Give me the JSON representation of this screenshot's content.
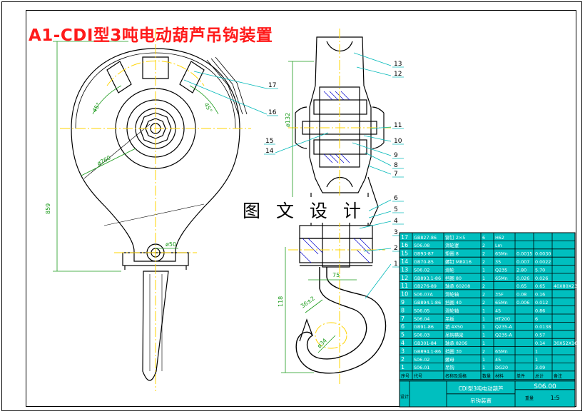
{
  "title": "A1-CDI型3吨电动葫芦吊钩装置",
  "watermark": "图 文 设 计",
  "colors": {
    "title": "#ff1a1a",
    "outline": "#000000",
    "centerline": "#ffd400",
    "leader": "#00b8b8",
    "dimension": "#1a9a1a",
    "table_text": "#ffffff",
    "hatch": "#0000cc"
  },
  "dimensions": {
    "height_total": "859",
    "bore": "ø50",
    "angle_left": "45°",
    "angle_right": "45°",
    "radius": "ø260",
    "shaft_dia": "ø132",
    "lower_height": "118",
    "width_small": "75",
    "hook_a": "36±2",
    "hook_b": "ø34"
  },
  "part_labels": [
    "17",
    "16",
    "13",
    "12",
    "11",
    "10",
    "15",
    "14",
    "9",
    "8",
    "7",
    "6",
    "5",
    "4",
    "3",
    "2",
    "1"
  ],
  "bom": {
    "rows": [
      {
        "no": "17",
        "code": "GB827-86",
        "name": "铆钉 2×5",
        "qty": "6",
        "mat": "H62",
        "w1": "",
        "w2": "",
        "note": ""
      },
      {
        "no": "16",
        "code": "S06.08",
        "name": "滑轮罩",
        "qty": "2",
        "mat": "Lm",
        "w1": "",
        "w2": "",
        "note": ""
      },
      {
        "no": "15",
        "code": "GB93-87",
        "name": "垫圈 8",
        "qty": "2",
        "mat": "65Mn",
        "w1": "0.0015",
        "w2": "0.0030",
        "note": ""
      },
      {
        "no": "14",
        "code": "GB70-85",
        "name": "螺钉 M8X16",
        "qty": "2",
        "mat": "35",
        "w1": "0.007",
        "w2": "0.0022",
        "note": ""
      },
      {
        "no": "13",
        "code": "S06.02",
        "name": "滑轮",
        "qty": "1",
        "mat": "Q235",
        "w1": "2.80",
        "w2": "5.70",
        "note": ""
      },
      {
        "no": "12",
        "code": "GB893.1-86",
        "name": "挡圈 80",
        "qty": "1",
        "mat": "65Mn",
        "w1": "0.026",
        "w2": "0.026",
        "note": ""
      },
      {
        "no": "11",
        "code": "GB276-89",
        "name": "轴承 60208",
        "qty": "2",
        "mat": "",
        "w1": "0.65",
        "w2": "0.65",
        "note": "40X80X23"
      },
      {
        "no": "10",
        "code": "S06.07A",
        "name": "滑轮轴",
        "qty": "2",
        "mat": "35F",
        "w1": "0.08",
        "w2": "0.16",
        "note": ""
      },
      {
        "no": "9",
        "code": "GB894.1-86",
        "name": "挡圈 40",
        "qty": "2",
        "mat": "65Mn",
        "w1": "0.006",
        "w2": "0.012",
        "note": ""
      },
      {
        "no": "8",
        "code": "S06.05",
        "name": "滑轮轴",
        "qty": "1",
        "mat": "45",
        "w1": "",
        "w2": "0.86",
        "note": ""
      },
      {
        "no": "7",
        "code": "S06.04",
        "name": "吊板",
        "qty": "1",
        "mat": "HT200",
        "w1": "",
        "w2": "6",
        "note": ""
      },
      {
        "no": "6",
        "code": "GB91-86",
        "name": "销 4X50",
        "qty": "1",
        "mat": "Q235-A",
        "w1": "",
        "w2": "0.0138",
        "note": ""
      },
      {
        "no": "5",
        "code": "S06.03",
        "name": "吊钩横梁",
        "qty": "1",
        "mat": "Q235-A",
        "w1": "",
        "w2": "0.57",
        "note": ""
      },
      {
        "no": "4",
        "code": "GB301-84",
        "name": "轴承 8206",
        "qty": "1",
        "mat": "",
        "w1": "",
        "w2": "0.14",
        "note": "30X52X16"
      },
      {
        "no": "3",
        "code": "GB894.1-86",
        "name": "挡圈 30",
        "qty": "2",
        "mat": "65Mn",
        "w1": "",
        "w2": "1",
        "note": ""
      },
      {
        "no": "2",
        "code": "S06.02",
        "name": "螺母",
        "qty": "1",
        "mat": "45",
        "w1": "",
        "w2": "1",
        "note": ""
      },
      {
        "no": "1",
        "code": "S06.01",
        "name": "吊钩",
        "qty": "1",
        "mat": "DG20",
        "w1": "",
        "w2": "3.09",
        "note": ""
      }
    ],
    "header": [
      "序号",
      "代号",
      "名称及规格",
      "数量",
      "材料",
      "单件",
      "总计",
      "备注"
    ],
    "drawing_no": "S06.00",
    "title_line1": "CDI型3吨电动葫芦",
    "title_line2": "吊钩装置",
    "scale": "1:5",
    "weight_label": "重量",
    "designer_label": "设计"
  }
}
